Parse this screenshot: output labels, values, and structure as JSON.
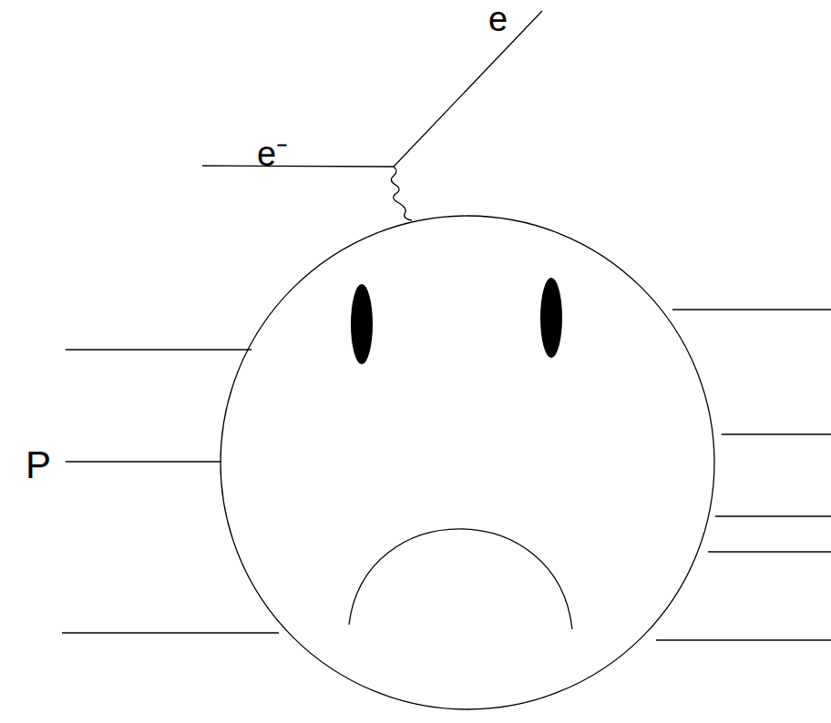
{
  "diagram": {
    "labels": [
      "e",
      "e⁻",
      "P"
    ]
  }
}
